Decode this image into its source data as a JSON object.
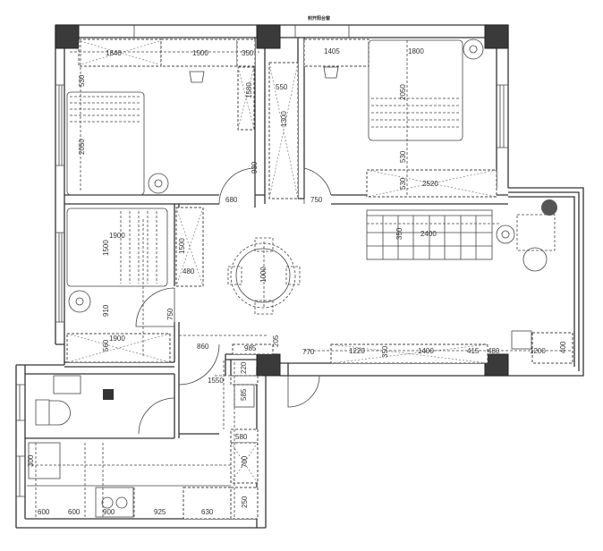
{
  "plan": {
    "title": "封开阳台窗",
    "dims": [
      "1840",
      "1500",
      "350",
      "530",
      "2050",
      "1580",
      "550",
      "1300",
      "680",
      "930",
      "750",
      "1405",
      "1800",
      "2050",
      "530",
      "530",
      "2520",
      "350",
      "2400",
      "1900",
      "1500",
      "1500",
      "480",
      "1000",
      "910",
      "750",
      "1900",
      "560",
      "860",
      "985",
      "205",
      "770",
      "1220",
      "350",
      "1400",
      "415",
      "480",
      "1200",
      "400",
      "1550",
      "220",
      "585",
      "580",
      "700",
      "250",
      "600",
      "600",
      "900",
      "925",
      "630",
      "300"
    ],
    "colors": {
      "wall": "#333333",
      "pillar": "#3a3a3a",
      "background": "#ffffff"
    }
  }
}
